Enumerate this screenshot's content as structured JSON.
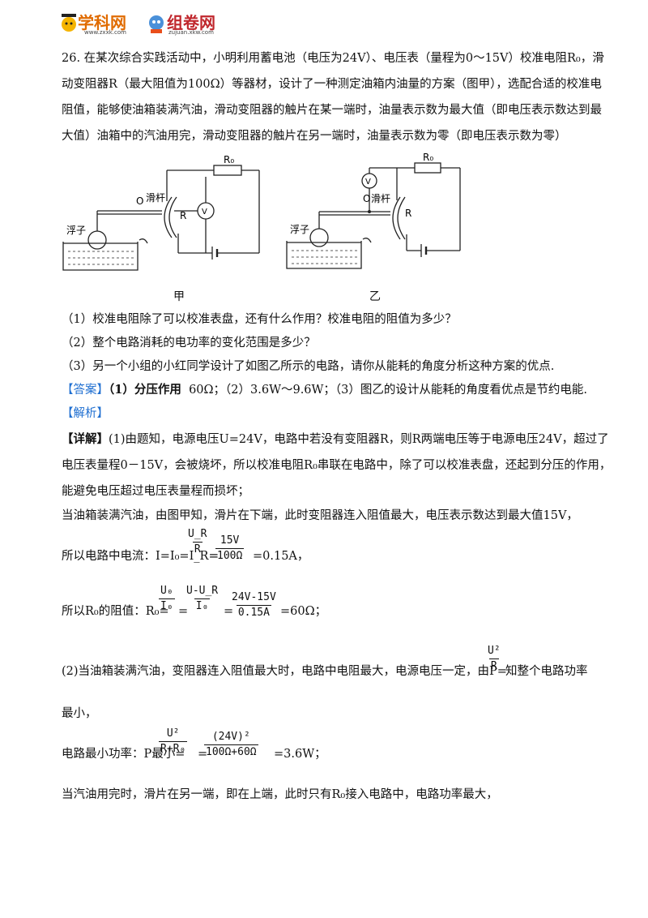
{
  "header": {
    "brand1": "学科网",
    "url1": "www.zxxk.com",
    "brand2": "组卷网",
    "url2": "zujuan.xkw.com"
  },
  "question": {
    "line1": "26. 在某次综合实践活动中，小明利用蓄电池（电压为24V）、电压表（量程为0～15V）校准电阻R₀，滑",
    "line2": "动变阻器R（最大阻值为100Ω）等器材，设计了一种测定油箱内油量的方案（图甲），选配合适的校准电",
    "line3": "阻值，能够使油箱装满汽油，滑动变阻器的触片在某一端时，油量表示数为最大值（即电压表示数达到最",
    "line4": "大值）油箱中的汽油用完，滑动变阻器的触片在另一端时，油量表示数为零（即电压表示数为零）"
  },
  "figures": {
    "jia": {
      "caption": "甲",
      "r0": "R₀",
      "r": "R",
      "pivot": "O",
      "lever": "滑杆",
      "float": "浮子",
      "meter": "V"
    },
    "yi": {
      "caption": "乙",
      "r0": "R₀",
      "r": "R",
      "pivot": "O",
      "lever": "滑杆",
      "float": "浮子",
      "meter": "V"
    }
  },
  "subquestions": [
    "（1）校准电阻除了可以校准表盘，还有什么作用？校准电阻的阻值为多少？",
    "（2）整个电路消耗的电功率的变化范围是多少？",
    "（3）另一个小组的小红同学设计了如图乙所示的电路，请你从能耗的角度分析这种方案的优点."
  ],
  "answer": {
    "tag": "【答案】",
    "p1": "（1）分压作用",
    "p2": "60Ω；（2）3.6W～9.6W；（3）图乙的设计从能耗的角度看优点是节约电能."
  },
  "analysis": {
    "tag": "【解析】"
  },
  "detail": {
    "tag": "【详解】",
    "l1": "(1)由题知，电源电压U=24V，电路中若没有变阻器R，则R两端电压等于电源电压24V，超过了",
    "l2": "电压表量程0－15V，会被烧坏，所以校准电阻R₀串联在电路中，除了可以校准表盘，还起到分压的作用，",
    "l3": "能避免电压超过电压表量程而损坏；",
    "l4": "当油箱装满汽油，由图甲知，滑片在下端，此时变阻器连入阻值最大，电压表示数达到最大值15V，",
    "f1_pre": "所以电路中电流：I=I₀=I_R=",
    "f1_n1": "U_R",
    "f1_d1": "R",
    "f1_n2": "15V",
    "f1_d2": "100Ω",
    "f1_post": "=0.15A，",
    "f2_pre": "所以R₀的阻值：R₀=",
    "f2_n1": "U₀",
    "f2_d1": "I₀",
    "f2_n2": "U-U_R",
    "f2_d2": "I₀",
    "f2_n3": "24V-15V",
    "f2_d3": "0.15A",
    "f2_post": "=60Ω；",
    "l5_pre": "(2)当油箱装满汽油，变阻器连入阻值最大时，电路中电阻最大，电源电压一定，由P=",
    "l5_n": "U²",
    "l5_d": "R",
    "l5_post": "知整个电路功率",
    "l6": "最小，",
    "f3_pre": "电路最小功率：P最小=",
    "f3_n1": "U²",
    "f3_d1": "R+R₀",
    "f3_n2": "(24V)²",
    "f3_d2": "100Ω+60Ω",
    "f3_post": "=3.6W；",
    "l7": "当汽油用完时，滑片在另一端，即在上端，此时只有R₀接入电路中，电路功率最大，"
  }
}
